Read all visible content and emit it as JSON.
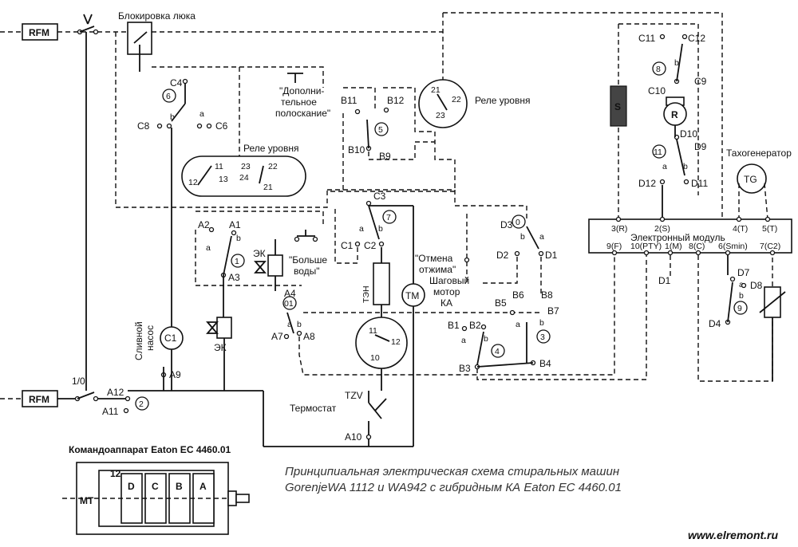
{
  "title_lock": "Блокировка люка",
  "rfm_top": "RFM",
  "rfm_bottom": "RFM",
  "switch_1_0": "1/0",
  "level_relay_top": "Реле уровня",
  "level_relay_mid": "Реле уровня",
  "extra_rinse": [
    "\"Дополни-",
    "тельное",
    "полоскание\""
  ],
  "more_water": [
    "\"Больше",
    "воды\""
  ],
  "cancel_spin": [
    "\"Отмена",
    "отжима\""
  ],
  "step_motor": [
    "Шаговый",
    "мотор",
    "КА"
  ],
  "drain_pump": [
    "Сливной",
    "насос"
  ],
  "heater": "ТЭН",
  "tm": "ТМ",
  "thermostat": "Термостат",
  "tzv": "TZV",
  "tachogen": "Тахогенератор",
  "tg": "TG",
  "module": "Электронный модуль",
  "module_top_pins": [
    "3(R)",
    "2(S)",
    "4(T)",
    "5(T)"
  ],
  "module_bottom_pins": [
    "9(F)",
    "10(PTY)",
    "1(M)",
    "8(C)",
    "6(Smin)",
    "7(C2)"
  ],
  "programmer": "Командоаппарат Eaton EC 4460.01",
  "programmer_mt": "МТ",
  "programmer_12": "12",
  "programmer_cams": [
    "D",
    "C",
    "B",
    "A"
  ],
  "caption_line1": "Принципиальная электрическая схема  стиральных машин",
  "caption_line2": "GorenjeWA 1112 и WA942 с гибридным КА Eaton EC 4460.01",
  "url": "www.elremont.ru",
  "ek_top": "ЭК",
  "ek_bottom": "ЭК",
  "motor_r": "R",
  "motor_s": "S",
  "c1_label": "C1",
  "contacts": {
    "c4": "C4",
    "c6": "C6",
    "c8": "C8",
    "a": "a",
    "b": "b",
    "n6": "6",
    "n11": "11",
    "n12": "12",
    "n13": "13",
    "n23": "23",
    "n24": "24",
    "n22": "22",
    "n21": "21",
    "b11": "B11",
    "b12": "B12",
    "n5": "5",
    "b10": "B10",
    "b9": "B9",
    "r21": "21",
    "r22": "22",
    "r23": "23",
    "c11": "C11",
    "c12": "C12",
    "n8": "8",
    "c9": "C9",
    "c10": "C10",
    "d10": "D10",
    "d9": "D9",
    "n11c": "11",
    "d12": "D12",
    "d11": "D11",
    "a2": "A2",
    "a1": "A1",
    "n1": "1",
    "a3": "A3",
    "a4": "A4",
    "n01": "01",
    "a7": "A7",
    "a8": "A8",
    "a9": "A9",
    "a12": "A12",
    "a11": "A11",
    "n2": "2",
    "a10": "A10",
    "c3": "C3",
    "n7": "7",
    "c1": "C1",
    "c2": "C2",
    "d3": "D3",
    "n0": "0",
    "d2": "D2",
    "d1": "D1",
    "b5": "B5",
    "b6": "B6",
    "b8": "B8",
    "b7": "B7",
    "b1": "B1",
    "b2": "B2",
    "n4": "4",
    "n3": "3",
    "b3": "B3",
    "b4": "B4",
    "d1m": "D1",
    "d7": "D7",
    "d8": "D8",
    "n9": "9",
    "d4": "D4",
    "t11": "11",
    "t12": "12",
    "t10": "10"
  }
}
